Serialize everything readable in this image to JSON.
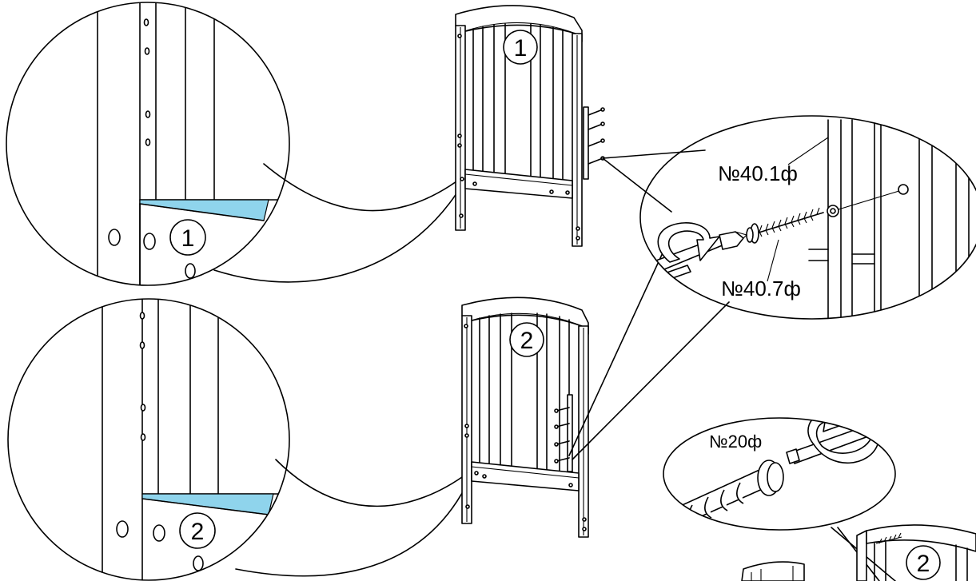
{
  "callouts": {
    "step1": "1",
    "step2": "2",
    "step3": "2"
  },
  "parts": {
    "bracket": "№40.1ф",
    "screw": "№40.7ф",
    "bolt": "№20ф"
  },
  "colors": {
    "line": "#000000",
    "highlight": "#8fd4ec",
    "background": "#ffffff"
  }
}
